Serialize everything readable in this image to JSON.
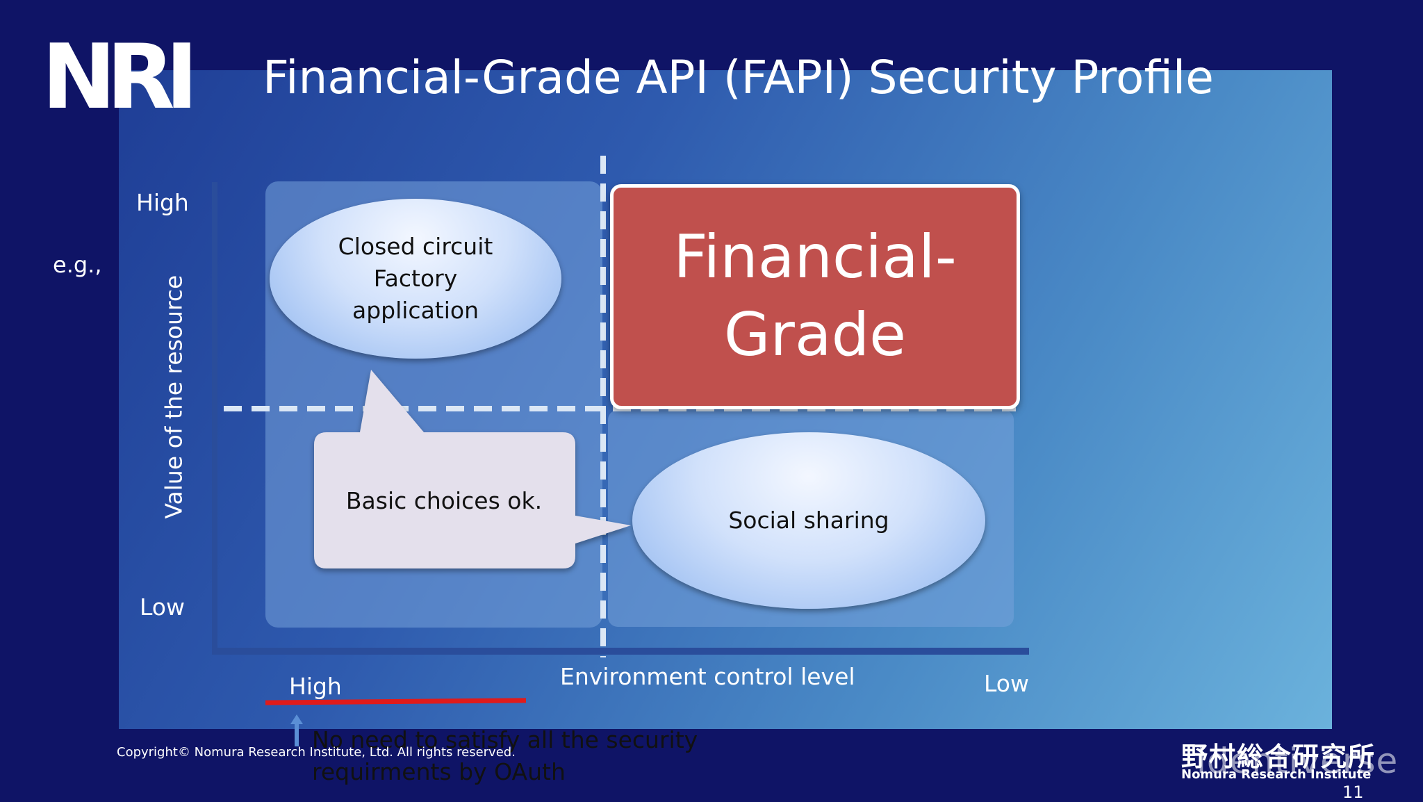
{
  "header": {
    "logo_text": "NRI",
    "title": "Financial-Grade API (FAPI) Security Profile"
  },
  "side_label": "e.g.,",
  "diagram": {
    "y_axis": {
      "title": "Value of the resource",
      "high": "High",
      "low": "Low"
    },
    "x_axis": {
      "title": "Environment control level",
      "high": "High",
      "low": "Low"
    },
    "quadrants": {
      "top_left": {
        "line1": "Closed circuit",
        "line2": "Factory",
        "line3": "application"
      },
      "top_right": {
        "line1": "Financial-",
        "line2": "Grade"
      },
      "bottom_left_callout": "Basic choices ok.",
      "bottom_right": "Social sharing"
    }
  },
  "annotation": {
    "note_line1": "No need to satisfy all the security",
    "note_line2": "requirments by OAuth"
  },
  "footer": {
    "copyright": "Copyright© Nomura Research Institute, Ltd. All rights reserved.",
    "company_jp": "野村総合研究所",
    "company_en": "Nomura Research Institute",
    "watermark": "identiverse",
    "page_number": "11"
  },
  "colors": {
    "background": "#0f1466",
    "financial_grade_box": "#c0504d",
    "annotation_underline": "#e01b1b"
  }
}
